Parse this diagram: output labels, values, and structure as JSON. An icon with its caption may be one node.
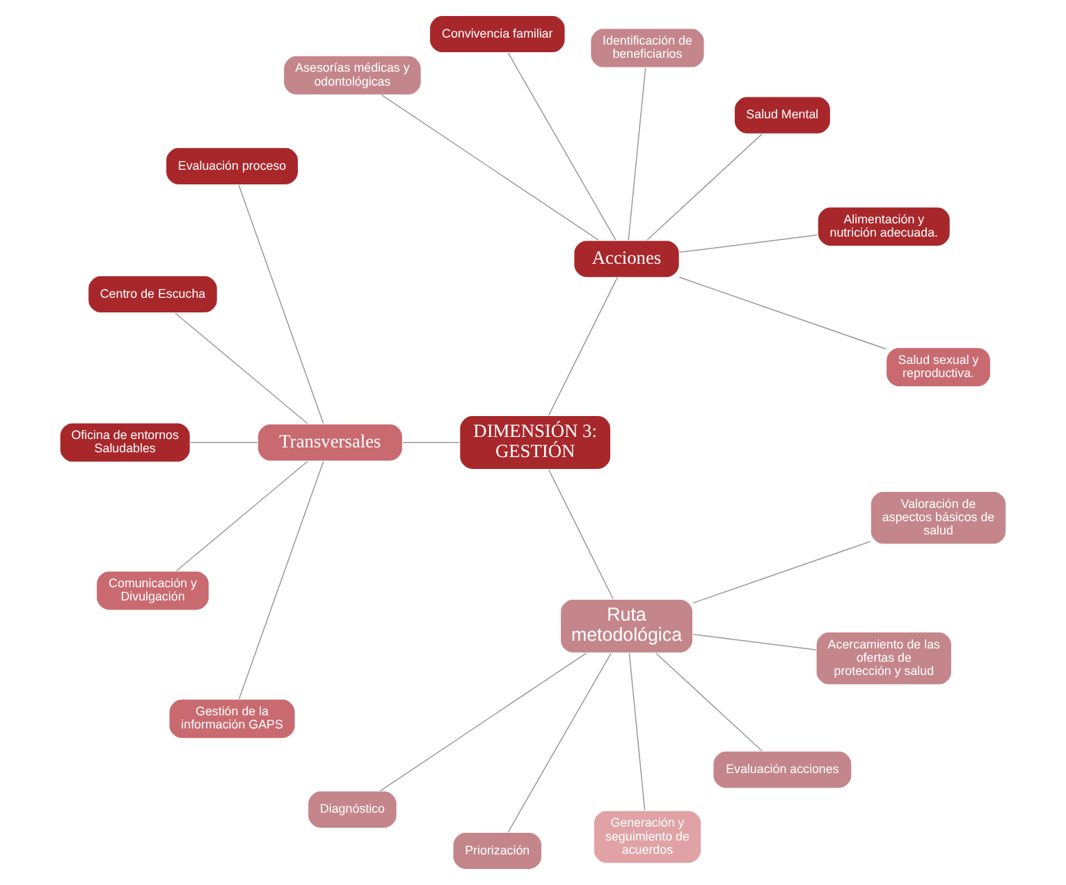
{
  "diagram": {
    "nodes": [
      {
        "text": [
          "DIMENSIÓN 3: GESTIÓN"
        ]
      },
      {
        "text": [
          "Acciones"
        ]
      },
      {
        "text": [
          "Salud sexual y reproductiva."
        ]
      },
      {
        "text": [
          "Alimentación y nutrición adecuada."
        ]
      },
      {
        "text": [
          "Salud Mental"
        ]
      },
      {
        "text": [
          "Identificación de beneficiarios"
        ]
      },
      {
        "text": [
          "Convivencia familiar"
        ]
      },
      {
        "text": [
          "Asesorías médicas y odontológicas"
        ]
      },
      {
        "text": [
          "Transversales"
        ]
      },
      {
        "text": [
          "Evaluación proceso"
        ]
      },
      {
        "text": [
          "Centro de Escucha"
        ]
      },
      {
        "text": [
          "Oficina de entornos Saludables"
        ]
      },
      {
        "text": [
          "Comunicación y Divulgación"
        ]
      },
      {
        "text": [
          "Gestión de la información GAPS"
        ]
      },
      {
        "text": [
          "Ruta metodológica"
        ]
      },
      {
        "text": [
          "Diagnóstico"
        ]
      },
      {
        "text": [
          "Priorización"
        ]
      },
      {
        "text": [
          "Generación y seguimiento de acuerdos"
        ]
      },
      {
        "text": [
          "Evaluación acciones"
        ]
      },
      {
        "text": [
          "Acercamiento de las ofertas de protección y salud"
        ]
      },
      {
        "text": [
          "Valoración de aspectos básicos de salud"
        ]
      }
    ],
    "edges": [
      {
        "from": 0,
        "to": 1,
        "arrow": "none"
      },
      {
        "from": 0,
        "to": 8,
        "arrow": "none"
      },
      {
        "from": 0,
        "to": 14,
        "arrow": "none"
      },
      {
        "from": 1,
        "to": 2,
        "arrow": "none"
      },
      {
        "from": 1,
        "to": 3,
        "arrow": "none"
      },
      {
        "from": 1,
        "to": 4,
        "arrow": "none"
      },
      {
        "from": 1,
        "to": 5,
        "arrow": "none"
      },
      {
        "from": 1,
        "to": 6,
        "arrow": "none"
      },
      {
        "from": 1,
        "to": 7,
        "arrow": "none"
      },
      {
        "from": 8,
        "to": 9,
        "arrow": "none"
      },
      {
        "from": 8,
        "to": 10,
        "arrow": "none"
      },
      {
        "from": 8,
        "to": 11,
        "arrow": "none"
      },
      {
        "from": 8,
        "to": 12,
        "arrow": "none"
      },
      {
        "from": 8,
        "to": 13,
        "arrow": "none"
      },
      {
        "from": 14,
        "to": 15,
        "arrow": "none"
      },
      {
        "from": 14,
        "to": 16,
        "arrow": "none"
      },
      {
        "from": 14,
        "to": 17,
        "arrow": "none"
      },
      {
        "from": 14,
        "to": 18,
        "arrow": "none"
      },
      {
        "from": 14,
        "to": 19,
        "arrow": "none"
      },
      {
        "from": 14,
        "to": 20,
        "arrow": "none"
      }
    ]
  }
}
